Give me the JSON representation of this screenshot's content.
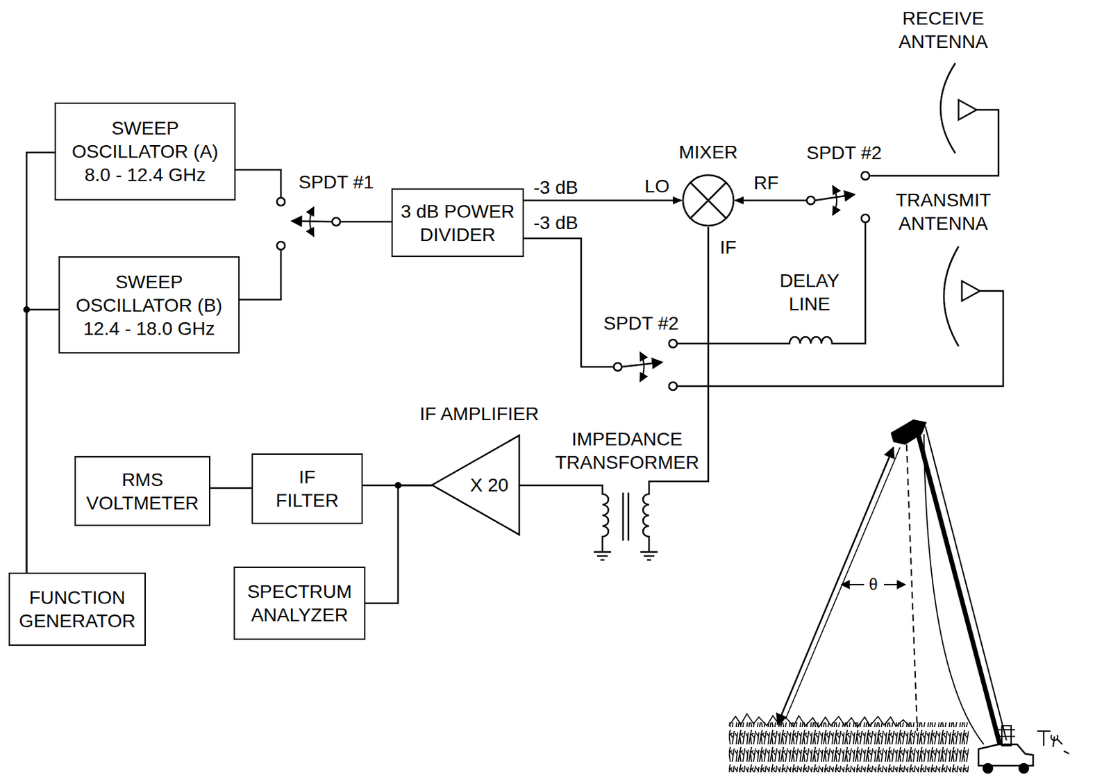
{
  "diagram": {
    "nodes": [
      {
        "text": [
          "SWEEP OSCILLATOR (A)",
          "8.0 - 12.4 GHz"
        ]
      },
      {
        "text": [
          "SWEEP OSCILLATOR (B)",
          "12.4 - 18.0 GHz"
        ]
      },
      {
        "text": [
          "SPDT #1"
        ]
      },
      {
        "text": [
          "3 dB POWER DIVIDER"
        ]
      },
      {
        "text": [
          "MIXER"
        ]
      },
      {
        "text": [
          "SPDT #2"
        ]
      },
      {
        "text": [
          "RECEIVE ANTENNA"
        ]
      },
      {
        "text": [
          "TRANSMIT ANTENNA"
        ]
      },
      {
        "text": [
          "DELAY LINE"
        ]
      },
      {
        "text": [
          "SPDT #2"
        ]
      },
      {
        "text": [
          "IF AMPLIFIER",
          "X 20"
        ]
      },
      {
        "text": [
          "IMPEDANCE TRANSFORMER"
        ]
      },
      {
        "text": [
          "RMS VOLTMETER"
        ]
      },
      {
        "text": [
          "IF FILTER"
        ]
      },
      {
        "text": [
          "SPECTRUM ANALYZER"
        ]
      },
      {
        "text": [
          "FUNCTION GENERATOR"
        ]
      }
    ],
    "edges": [
      {
        "from": 15,
        "to": 0,
        "arrow": "none"
      },
      {
        "from": 15,
        "to": 1,
        "arrow": "none"
      },
      {
        "from": 0,
        "to": 2,
        "arrow": "none"
      },
      {
        "from": 1,
        "to": 2,
        "arrow": "none"
      },
      {
        "from": 2,
        "to": 3,
        "arrow": "none"
      },
      {
        "from": 3,
        "to": 4,
        "arrow": "to",
        "label": "-3 dB"
      },
      {
        "from": 3,
        "to": 9,
        "arrow": "none",
        "label": "-3 dB"
      },
      {
        "from": 9,
        "to": 8,
        "arrow": "none"
      },
      {
        "from": 9,
        "to": 7,
        "arrow": "none"
      },
      {
        "from": 8,
        "to": 5,
        "arrow": "none"
      },
      {
        "from": 5,
        "to": 6,
        "arrow": "none"
      },
      {
        "from": 5,
        "to": 4,
        "arrow": "to"
      },
      {
        "from": 4,
        "to": 11,
        "arrow": "none"
      },
      {
        "from": 11,
        "to": 10,
        "arrow": "none"
      },
      {
        "from": 10,
        "to": 13,
        "arrow": "none"
      },
      {
        "from": 10,
        "to": 14,
        "arrow": "none"
      },
      {
        "from": 13,
        "to": 12,
        "arrow": "none"
      }
    ],
    "labels": [
      "LO",
      "RF",
      "IF",
      "θ"
    ]
  }
}
